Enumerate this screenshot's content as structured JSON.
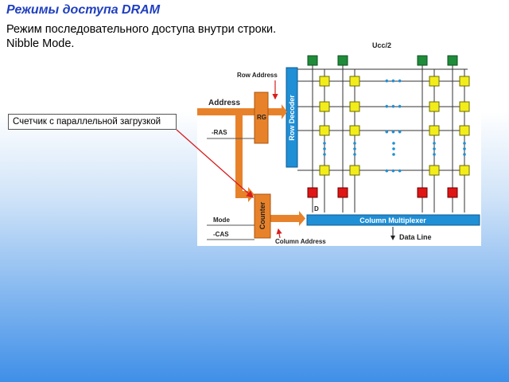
{
  "slide": {
    "title": "Режимы доступа  DRAM",
    "subtitle_line1": "Режим последовательного доступа внутри строки.",
    "subtitle_line2": "Nibble Mode.",
    "callout": "Счетчик с параллельной загрузкой"
  },
  "diagram": {
    "vcc_label": "Ucc/2",
    "row_address": "Row Address",
    "address": "Address",
    "rg": "RG",
    "ras": "-RAS",
    "row_decoder": "Row Decoder",
    "counter": "Counter",
    "mode": "Mode",
    "cas": "-CAS",
    "column_address": "Column Address",
    "column_multiplexer": "Column Multiplexer",
    "data_line": "Data Line",
    "d": "D",
    "dots_h": "• • •",
    "colors": {
      "orange": "#e8822a",
      "blue": "#1f8fd6",
      "green": "#1e8c3a",
      "yellow": "#f2ec1a",
      "red": "#e01515",
      "arrow_red": "#d81e1e"
    }
  }
}
